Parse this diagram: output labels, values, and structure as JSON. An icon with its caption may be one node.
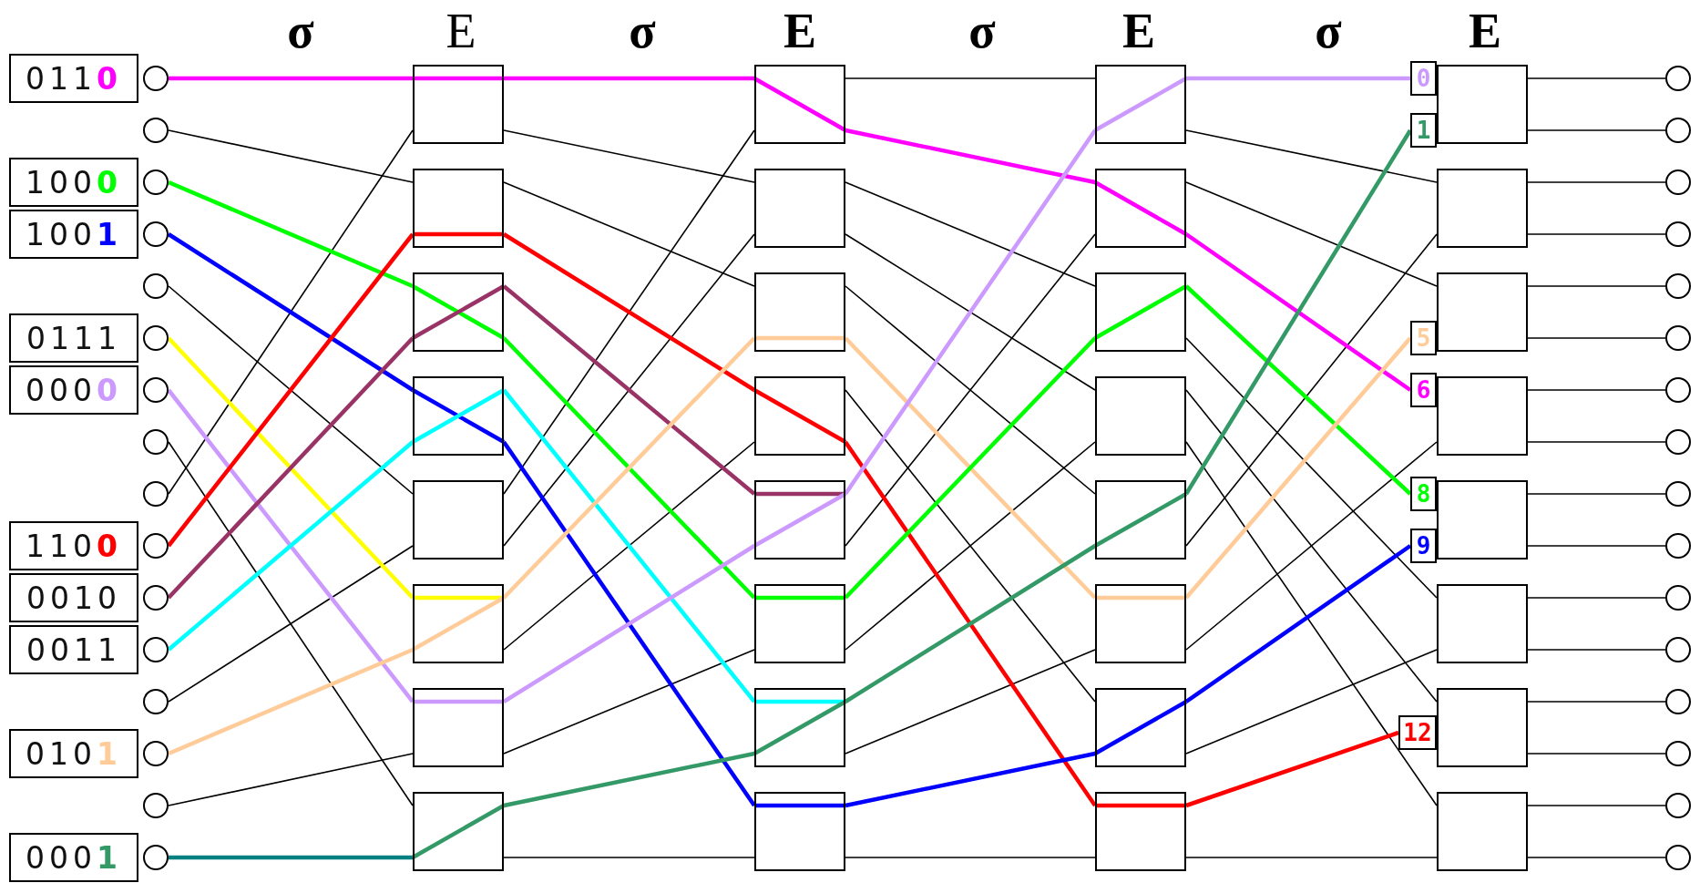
{
  "diagram": {
    "nodes": [
      {
        "text": [
          "011**0**"
        ]
      },
      {
        "text": [
          "100**0**"
        ]
      },
      {
        "text": [
          "100**1**"
        ]
      },
      {
        "text": [
          "0111"
        ]
      },
      {
        "text": [
          "000**0**"
        ]
      },
      {
        "text": [
          "110**0**"
        ]
      },
      {
        "text": [
          "0010"
        ]
      },
      {
        "text": [
          "0011"
        ]
      },
      {
        "text": [
          "010**1**"
        ]
      },
      {
        "text": [
          "000**1**"
        ]
      },
      {
        "text": [],
        "shape": "circle"
      },
      {
        "text": [],
        "shape": "circle"
      },
      {
        "text": [],
        "shape": "circle"
      },
      {
        "text": [],
        "shape": "circle"
      },
      {
        "text": [],
        "shape": "circle"
      },
      {
        "text": [],
        "shape": "circle"
      },
      {
        "text": [],
        "shape": "circle"
      },
      {
        "text": [],
        "shape": "circle"
      },
      {
        "text": [],
        "shape": "circle"
      },
      {
        "text": [],
        "shape": "circle"
      },
      {
        "text": [],
        "shape": "circle"
      },
      {
        "text": [],
        "shape": "circle"
      },
      {
        "text": [],
        "shape": "circle"
      },
      {
        "text": [],
        "shape": "circle"
      },
      {
        "text": [],
        "shape": "circle"
      },
      {
        "text": [],
        "shape": "circle"
      },
      {
        "text": [],
        "shape": "box"
      },
      {
        "text": [],
        "shape": "box"
      },
      {
        "text": [],
        "shape": "box"
      },
      {
        "text": [],
        "shape": "box"
      },
      {
        "text": [],
        "shape": "box"
      },
      {
        "text": [],
        "shape": "box"
      },
      {
        "text": [],
        "shape": "box"
      },
      {
        "text": [],
        "shape": "box"
      },
      {
        "text": [],
        "shape": "box"
      },
      {
        "text": [],
        "shape": "box"
      },
      {
        "text": [],
        "shape": "box"
      },
      {
        "text": [],
        "shape": "box"
      },
      {
        "text": [],
        "shape": "box"
      },
      {
        "text": [],
        "shape": "box"
      },
      {
        "text": [],
        "shape": "box"
      },
      {
        "text": [],
        "shape": "box"
      },
      {
        "text": [],
        "shape": "box"
      },
      {
        "text": [],
        "shape": "box"
      },
      {
        "text": [],
        "shape": "box"
      },
      {
        "text": [],
        "shape": "box"
      },
      {
        "text": [],
        "shape": "box"
      },
      {
        "text": [],
        "shape": "box"
      },
      {
        "text": [],
        "shape": "box"
      },
      {
        "text": [],
        "shape": "box"
      },
      {
        "text": [],
        "shape": "box"
      },
      {
        "text": [],
        "shape": "box"
      },
      {
        "text": [],
        "shape": "box"
      },
      {
        "text": [],
        "shape": "box"
      },
      {
        "text": [],
        "shape": "box"
      },
      {
        "text": [],
        "shape": "box"
      },
      {
        "text": [],
        "shape": "box"
      },
      {
        "text": [],
        "shape": "box"
      },
      {
        "text": [
          "0"
        ]
      },
      {
        "text": [
          "1"
        ]
      },
      {
        "text": [
          "5"
        ]
      },
      {
        "text": [
          "6"
        ]
      },
      {
        "text": [
          "8"
        ]
      },
      {
        "text": [
          "9"
        ]
      },
      {
        "text": [
          "12"
        ]
      },
      {
        "text": [],
        "shape": "circle"
      },
      {
        "text": [],
        "shape": "circle"
      },
      {
        "text": [],
        "shape": "circle"
      },
      {
        "text": [],
        "shape": "circle"
      },
      {
        "text": [],
        "shape": "circle"
      },
      {
        "text": [],
        "shape": "circle"
      },
      {
        "text": [],
        "shape": "circle"
      },
      {
        "text": [],
        "shape": "circle"
      },
      {
        "text": [],
        "shape": "circle"
      },
      {
        "text": [],
        "shape": "circle"
      },
      {
        "text": [],
        "shape": "circle"
      },
      {
        "text": [],
        "shape": "circle"
      },
      {
        "text": [],
        "shape": "circle"
      },
      {
        "text": [],
        "shape": "circle"
      },
      {
        "text": [],
        "shape": "circle"
      },
      {
        "text": [],
        "shape": "circle"
      }
    ],
    "edges": [
      {
        "from": 10,
        "to": 26,
        "arrow": "none",
        "style": "thick",
        "color": "#ff00ff"
      },
      {
        "from": 11,
        "to": 27,
        "arrow": "none"
      },
      {
        "from": 12,
        "to": 28,
        "arrow": "none",
        "style": "thick",
        "color": "#00ff00"
      },
      {
        "from": 13,
        "to": 29,
        "arrow": "none",
        "style": "thick",
        "color": "#0000ff"
      },
      {
        "from": 14,
        "to": 30,
        "arrow": "none"
      },
      {
        "from": 15,
        "to": 31,
        "arrow": "none",
        "style": "thick",
        "color": "#ffff00"
      },
      {
        "from": 16,
        "to": 32,
        "arrow": "none",
        "style": "thick",
        "color": "#cc99ff"
      },
      {
        "from": 17,
        "to": 33,
        "arrow": "none"
      },
      {
        "from": 18,
        "to": 26,
        "arrow": "none"
      },
      {
        "from": 19,
        "to": 27,
        "arrow": "none",
        "style": "thick",
        "color": "#ff0000"
      },
      {
        "from": 20,
        "to": 28,
        "arrow": "none",
        "style": "thick",
        "color": "#993366"
      },
      {
        "from": 21,
        "to": 29,
        "arrow": "none",
        "style": "thick",
        "color": "#00ffff"
      },
      {
        "from": 22,
        "to": 30,
        "arrow": "none"
      },
      {
        "from": 23,
        "to": 31,
        "arrow": "none",
        "style": "thick",
        "color": "#ffcc99"
      },
      {
        "from": 24,
        "to": 32,
        "arrow": "none"
      },
      {
        "from": 25,
        "to": 33,
        "arrow": "none",
        "style": "thick",
        "color": "#008080"
      },
      {
        "from": 26,
        "to": 34,
        "arrow": "none",
        "style": "thick",
        "color": "#ff00ff"
      },
      {
        "from": 26,
        "to": 35,
        "arrow": "none"
      },
      {
        "from": 27,
        "to": 36,
        "arrow": "none"
      },
      {
        "from": 27,
        "to": 37,
        "arrow": "none",
        "style": "thick",
        "color": "#ff0000"
      },
      {
        "from": 28,
        "to": 38,
        "arrow": "none",
        "style": "thick",
        "color": "#993366"
      },
      {
        "from": 28,
        "to": 39,
        "arrow": "none",
        "style": "thick",
        "color": "#00ff00"
      },
      {
        "from": 29,
        "to": 40,
        "arrow": "none",
        "style": "thick",
        "color": "#00ffff"
      },
      {
        "from": 29,
        "to": 41,
        "arrow": "none",
        "style": "thick",
        "color": "#0000ff"
      },
      {
        "from": 30,
        "to": 34,
        "arrow": "none"
      },
      {
        "from": 30,
        "to": 35,
        "arrow": "none"
      },
      {
        "from": 31,
        "to": 36,
        "arrow": "none",
        "style": "thick",
        "color": "#ffcc99"
      },
      {
        "from": 31,
        "to": 37,
        "arrow": "none"
      },
      {
        "from": 32,
        "to": 38,
        "arrow": "none",
        "style": "thick",
        "color": "#cc99ff"
      },
      {
        "from": 32,
        "to": 39,
        "arrow": "none"
      },
      {
        "from": 33,
        "to": 40,
        "arrow": "none",
        "style": "thick",
        "color": "#339966"
      },
      {
        "from": 33,
        "to": 41,
        "arrow": "none"
      },
      {
        "from": 34,
        "to": 42,
        "arrow": "none"
      },
      {
        "from": 34,
        "to": 43,
        "arrow": "none",
        "style": "thick",
        "color": "#ff00ff"
      },
      {
        "from": 35,
        "to": 44,
        "arrow": "none"
      },
      {
        "from": 35,
        "to": 45,
        "arrow": "none"
      },
      {
        "from": 36,
        "to": 46,
        "arrow": "none"
      },
      {
        "from": 36,
        "to": 47,
        "arrow": "none",
        "style": "thick",
        "color": "#ffcc99"
      },
      {
        "from": 37,
        "to": 48,
        "arrow": "none"
      },
      {
        "from": 37,
        "to": 49,
        "arrow": "none",
        "style": "thick",
        "color": "#ff0000"
      },
      {
        "from": 38,
        "to": 42,
        "arrow": "none",
        "style": "thick",
        "color": "#cc99ff"
      },
      {
        "from": 38,
        "to": 43,
        "arrow": "none"
      },
      {
        "from": 39,
        "to": 44,
        "arrow": "none",
        "style": "thick",
        "color": "#00ff00"
      },
      {
        "from": 39,
        "to": 45,
        "arrow": "none"
      },
      {
        "from": 40,
        "to": 46,
        "arrow": "none",
        "style": "thick",
        "color": "#339966"
      },
      {
        "from": 40,
        "to": 47,
        "arrow": "none"
      },
      {
        "from": 41,
        "to": 48,
        "arrow": "none",
        "style": "thick",
        "color": "#0000ff"
      },
      {
        "from": 41,
        "to": 49,
        "arrow": "none"
      },
      {
        "from": 42,
        "to": 58,
        "arrow": "none",
        "style": "thick",
        "color": "#cc99ff"
      },
      {
        "from": 42,
        "to": 51,
        "arrow": "none"
      },
      {
        "from": 43,
        "to": 52,
        "arrow": "none"
      },
      {
        "from": 43,
        "to": 61,
        "arrow": "none",
        "style": "thick",
        "color": "#ff00ff"
      },
      {
        "from": 44,
        "to": 62,
        "arrow": "none",
        "style": "thick",
        "color": "#00ff00"
      },
      {
        "from": 44,
        "to": 55,
        "arrow": "none"
      },
      {
        "from": 45,
        "to": 56,
        "arrow": "none"
      },
      {
        "from": 45,
        "to": 57,
        "arrow": "none"
      },
      {
        "from": 46,
        "to": 59,
        "arrow": "none",
        "style": "thick",
        "color": "#339966"
      },
      {
        "from": 46,
        "to": 51,
        "arrow": "none"
      },
      {
        "from": 47,
        "to": 60,
        "arrow": "none",
        "style": "thick",
        "color": "#ffcc99"
      },
      {
        "from": 47,
        "to": 53,
        "arrow": "none"
      },
      {
        "from": 48,
        "to": 63,
        "arrow": "none",
        "style": "thick",
        "color": "#0000ff"
      },
      {
        "from": 48,
        "to": 55,
        "arrow": "none"
      },
      {
        "from": 49,
        "to": 64,
        "arrow": "none",
        "style": "thick",
        "color": "#ff0000"
      },
      {
        "from": 49,
        "to": 57,
        "arrow": "none"
      },
      {
        "from": 50,
        "to": 65,
        "arrow": "none"
      },
      {
        "from": 50,
        "to": 66,
        "arrow": "none"
      },
      {
        "from": 51,
        "to": 67,
        "arrow": "none"
      },
      {
        "from": 51,
        "to": 68,
        "arrow": "none"
      },
      {
        "from": 52,
        "to": 69,
        "arrow": "none"
      },
      {
        "from": 52,
        "to": 70,
        "arrow": "none"
      },
      {
        "from": 53,
        "to": 71,
        "arrow": "none"
      },
      {
        "from": 53,
        "to": 72,
        "arrow": "none"
      },
      {
        "from": 54,
        "to": 73,
        "arrow": "none"
      },
      {
        "from": 54,
        "to": 74,
        "arrow": "none"
      },
      {
        "from": 55,
        "to": 75,
        "arrow": "none"
      },
      {
        "from": 55,
        "to": 76,
        "arrow": "none"
      },
      {
        "from": 56,
        "to": 77,
        "arrow": "none"
      },
      {
        "from": 56,
        "to": 78,
        "arrow": "none"
      },
      {
        "from": 57,
        "to": 79,
        "arrow": "none"
      },
      {
        "from": 57,
        "to": 80,
        "arrow": "none"
      }
    ],
    "labels": [
      "σ",
      "E",
      "σ",
      "E",
      "σ",
      "E",
      "σ",
      "E"
    ]
  }
}
